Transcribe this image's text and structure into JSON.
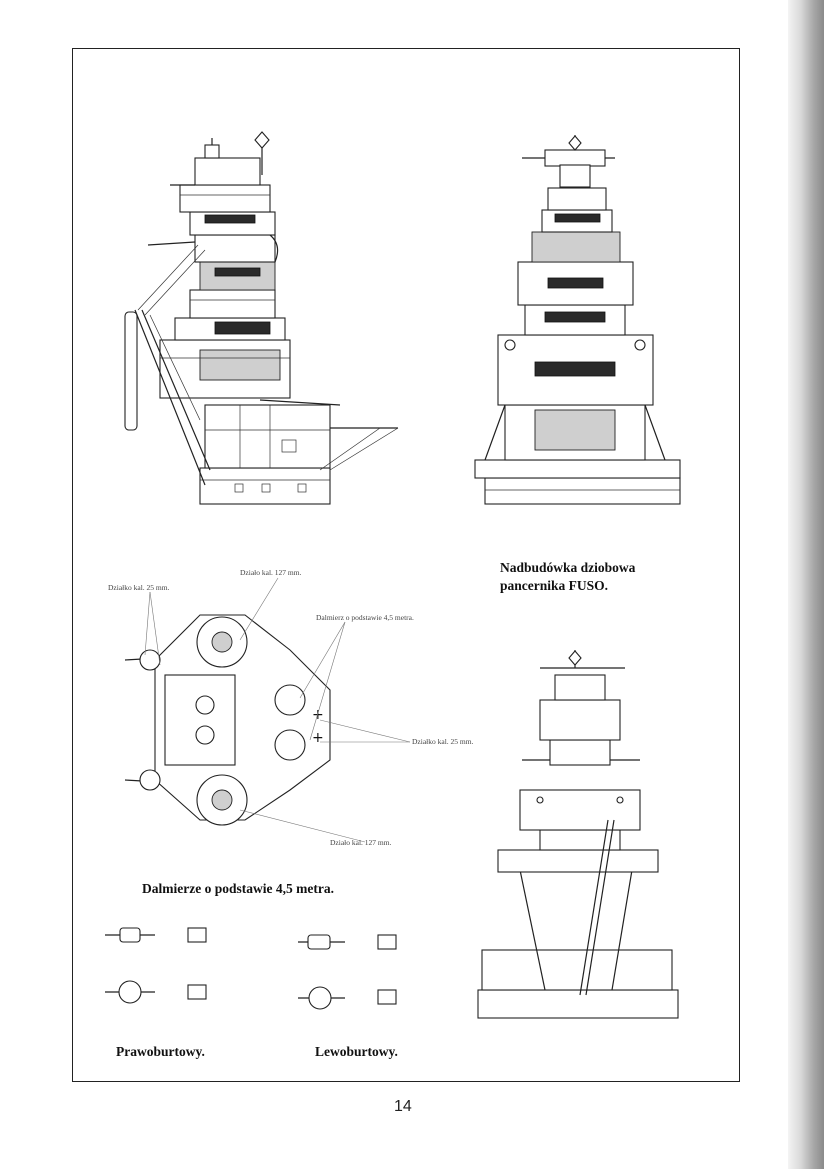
{
  "captions": {
    "superstructure_line1": "Nadbudówka dziobowa",
    "superstructure_line2": "pancernika FUSO.",
    "rangefinders_title": "Dalmierze o podstawie 4,5 metra.",
    "starboard": "Prawoburtowy.",
    "port": "Lewoburtowy."
  },
  "callouts": {
    "gun_127_top": "Działo kal. 127 mm.",
    "aa_25_left": "Działko kal. 25 mm.",
    "rangefinder_45": "Dalmierz o podstawie 4,5 metra.",
    "aa_25_right": "Działko kal. 25 mm.",
    "gun_127_bottom": "Działo kal. 127 mm."
  },
  "page": {
    "number": "14"
  }
}
